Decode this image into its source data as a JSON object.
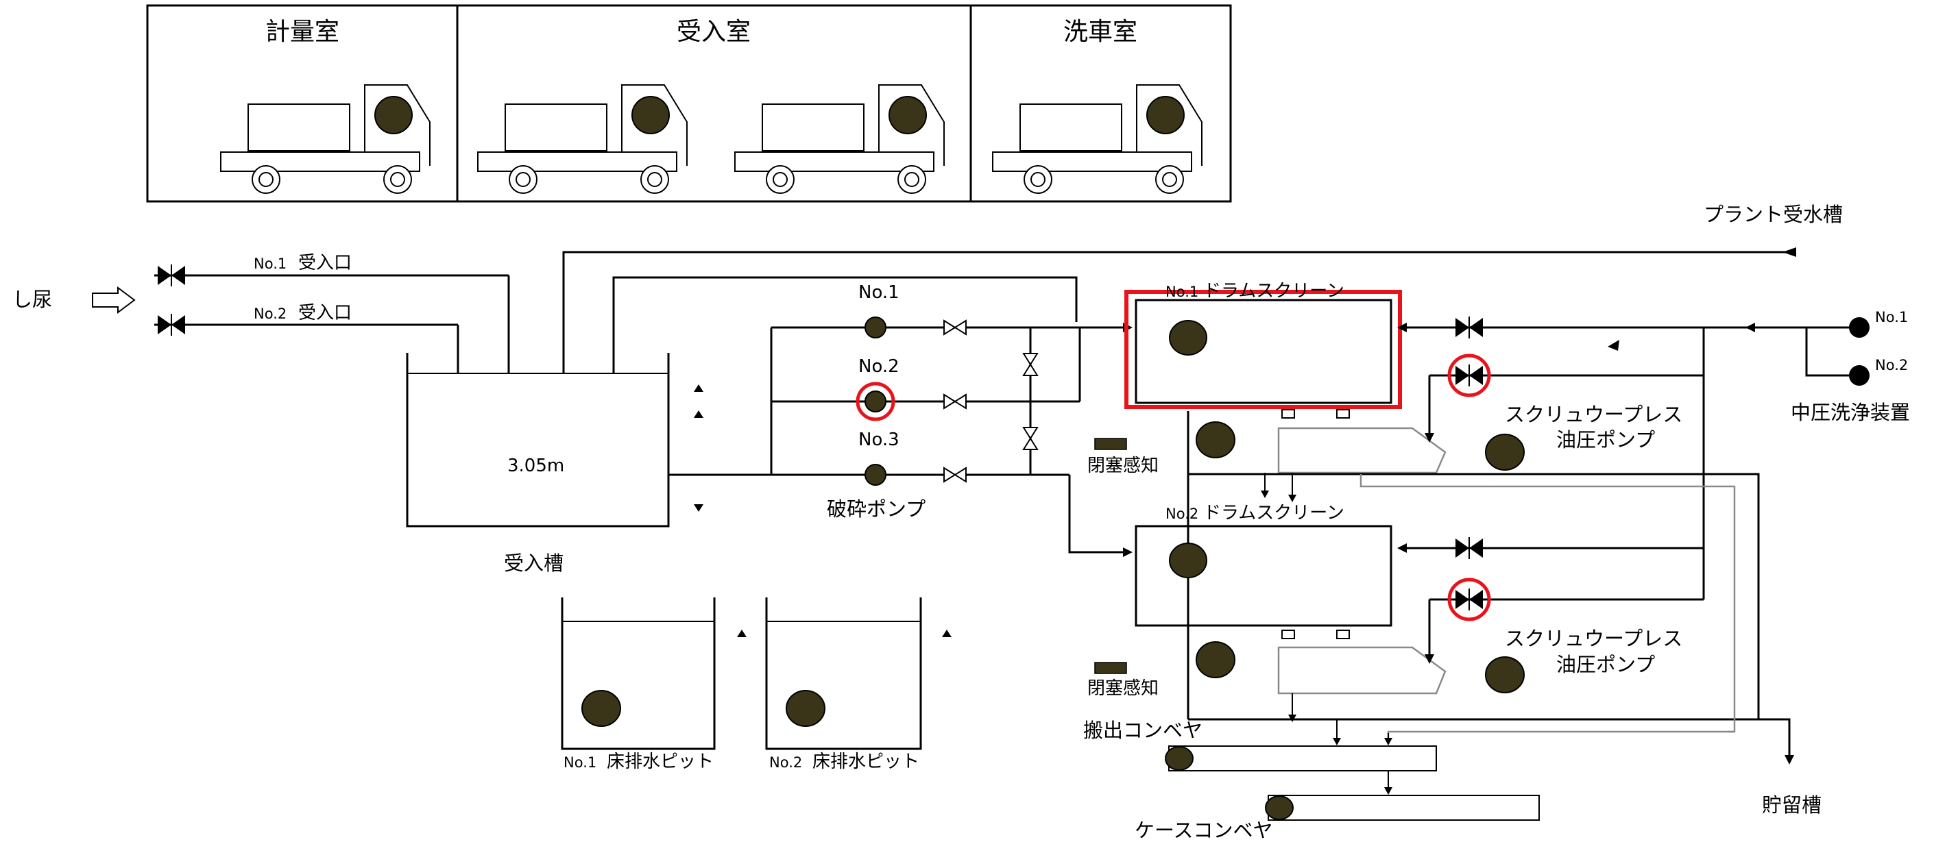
{
  "rooms": {
    "weighing": "計量室",
    "receiving": "受入室",
    "carwash": "洗車室"
  },
  "inlet": {
    "label": "し尿",
    "no1_label": "No.1",
    "no1_text": "受入口",
    "no2_label": "No.2",
    "no2_text": "受入口"
  },
  "tank": {
    "level": "3.05m",
    "name": "受入槽"
  },
  "pumps": {
    "no1": "No.1",
    "no2": "No.2",
    "no3": "No.3",
    "name": "破砕ポンプ"
  },
  "drums": {
    "no1_num": "No.1",
    "no1_name": "ドラムスクリーン",
    "no2_num": "No.2",
    "no2_name": "ドラムスクリーン"
  },
  "press": {
    "line1": "スクリュウープレス",
    "line2": "油圧ポンプ"
  },
  "blockage": "閉塞感知",
  "plant_tank": "プラント受水槽",
  "washer": {
    "name": "中圧洗浄装置",
    "no1": "No.1",
    "no2": "No.2"
  },
  "conveyors": {
    "discharge": "搬出コンベヤ",
    "case": "ケースコンベヤ"
  },
  "storage": "貯留槽",
  "pits": {
    "no1_num": "No.1",
    "no1_name": "床排水ピット",
    "no2_num": "No.2",
    "no2_name": "床排水ピット"
  },
  "colors": {
    "equipment": "#3a3519",
    "highlight": "#e8141b",
    "line": "#000000"
  },
  "highlights": [
    "drum-screen-no1",
    "pump-no2",
    "press-valve-no1",
    "press-valve-no2"
  ]
}
